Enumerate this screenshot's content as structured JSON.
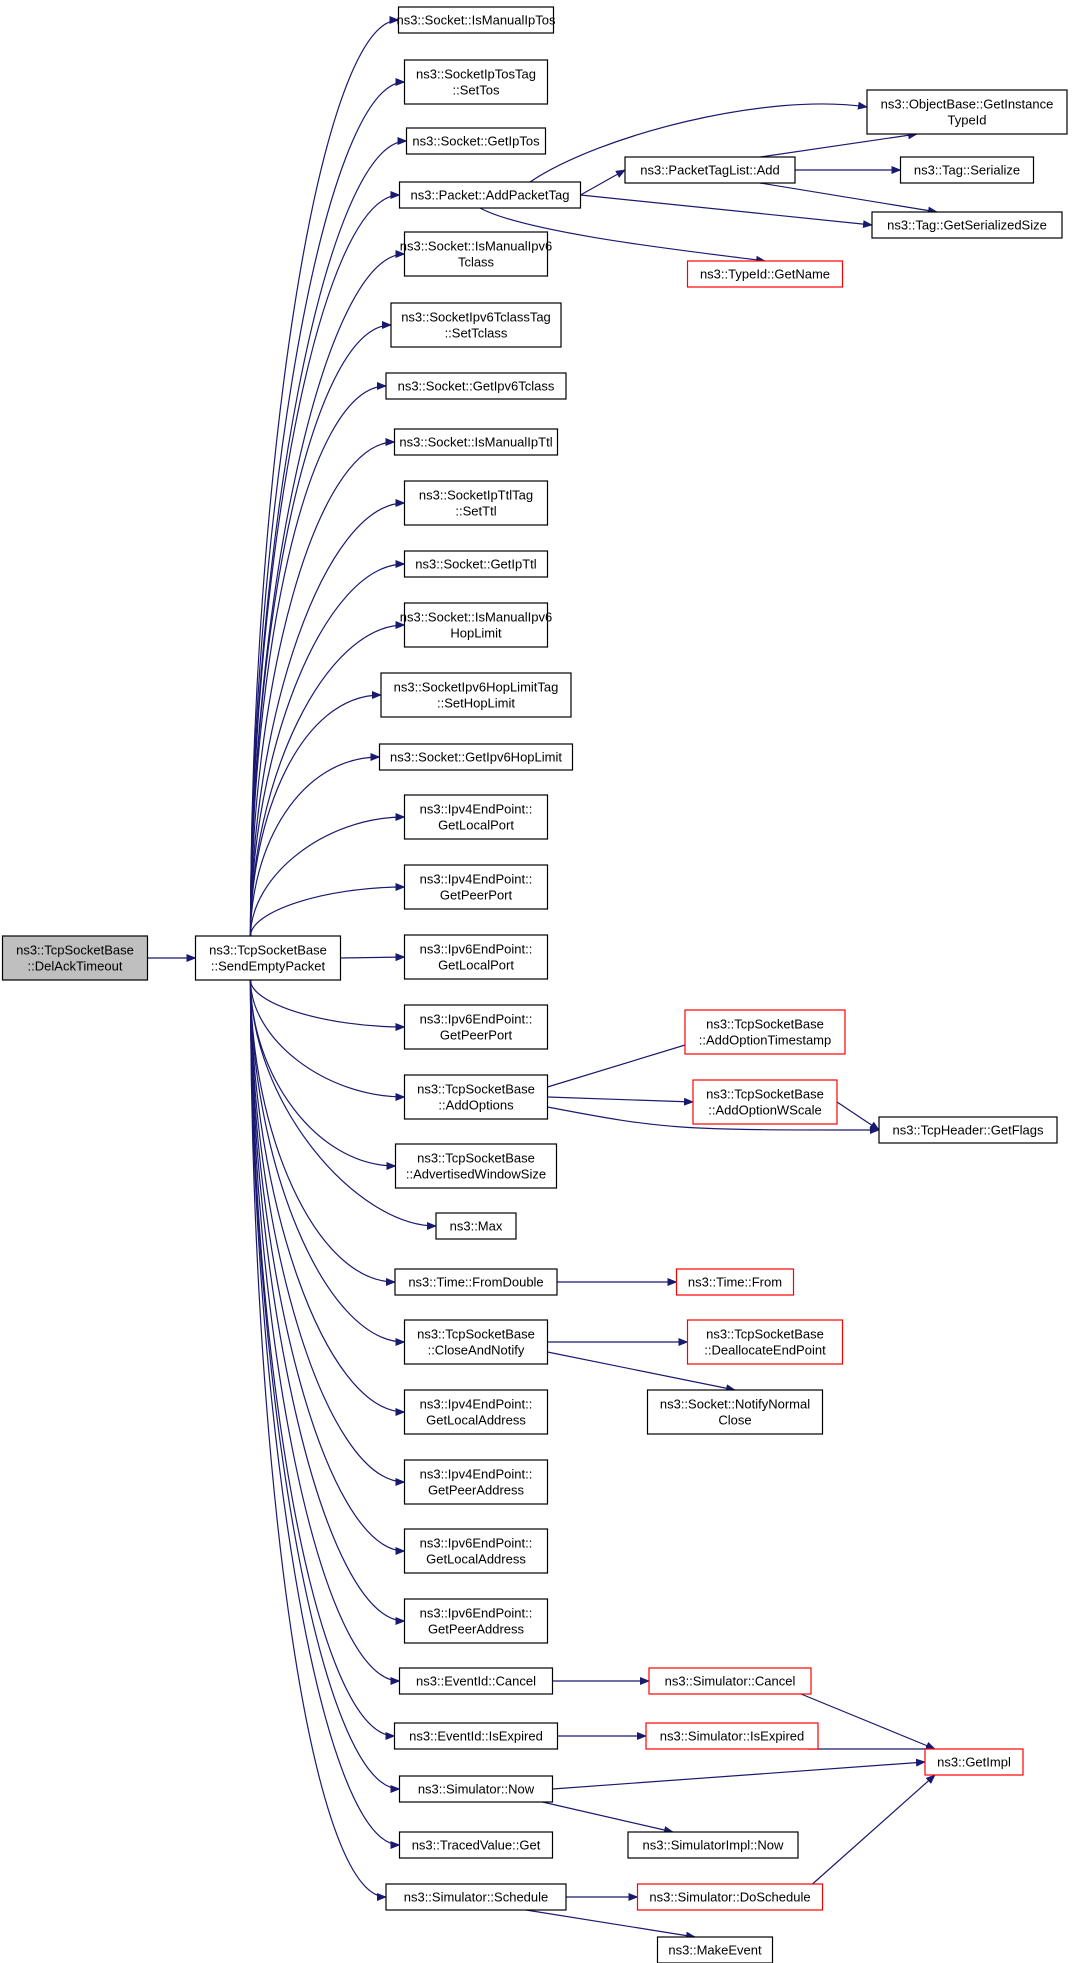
{
  "colors": {
    "edge": "#191970",
    "border_normal": "#000000",
    "border_truncated": "#ff0000",
    "fill_root": "#bfbfbf",
    "fill_node": "#ffffff",
    "text": "#000000"
  },
  "nodes": [
    {
      "id": "root",
      "lines": [
        "ns3::TcpSocketBase",
        "::DelAckTimeout"
      ],
      "kind": "root"
    },
    {
      "id": "sep",
      "lines": [
        "ns3::TcpSocketBase",
        "::SendEmptyPacket"
      ],
      "kind": "normal"
    },
    {
      "id": "ismip",
      "lines": [
        "ns3::Socket::IsManualIpTos"
      ],
      "kind": "normal"
    },
    {
      "id": "settos",
      "lines": [
        "ns3::SocketIpTosTag",
        "::SetTos"
      ],
      "kind": "normal"
    },
    {
      "id": "getiptos",
      "lines": [
        "ns3::Socket::GetIpTos"
      ],
      "kind": "normal"
    },
    {
      "id": "addpt",
      "lines": [
        "ns3::Packet::AddPacketTag"
      ],
      "kind": "normal"
    },
    {
      "id": "ism6tc",
      "lines": [
        "ns3::Socket::IsManualIpv6",
        "Tclass"
      ],
      "kind": "normal"
    },
    {
      "id": "settc",
      "lines": [
        "ns3::SocketIpv6TclassTag",
        "::SetTclass"
      ],
      "kind": "normal"
    },
    {
      "id": "get6tc",
      "lines": [
        "ns3::Socket::GetIpv6Tclass"
      ],
      "kind": "normal"
    },
    {
      "id": "ismttl",
      "lines": [
        "ns3::Socket::IsManualIpTtl"
      ],
      "kind": "normal"
    },
    {
      "id": "setttl",
      "lines": [
        "ns3::SocketIpTtlTag",
        "::SetTtl"
      ],
      "kind": "normal"
    },
    {
      "id": "getttl",
      "lines": [
        "ns3::Socket::GetIpTtl"
      ],
      "kind": "normal"
    },
    {
      "id": "ism6hl",
      "lines": [
        "ns3::Socket::IsManualIpv6",
        "HopLimit"
      ],
      "kind": "normal"
    },
    {
      "id": "sethl",
      "lines": [
        "ns3::SocketIpv6HopLimitTag",
        "::SetHopLimit"
      ],
      "kind": "normal"
    },
    {
      "id": "get6hl",
      "lines": [
        "ns3::Socket::GetIpv6HopLimit"
      ],
      "kind": "normal"
    },
    {
      "id": "ip4lp",
      "lines": [
        "ns3::Ipv4EndPoint::",
        "GetLocalPort"
      ],
      "kind": "normal"
    },
    {
      "id": "ip4pp",
      "lines": [
        "ns3::Ipv4EndPoint::",
        "GetPeerPort"
      ],
      "kind": "normal"
    },
    {
      "id": "ip6lp",
      "lines": [
        "ns3::Ipv6EndPoint::",
        "GetLocalPort"
      ],
      "kind": "normal"
    },
    {
      "id": "ip6pp",
      "lines": [
        "ns3::Ipv6EndPoint::",
        "GetPeerPort"
      ],
      "kind": "normal"
    },
    {
      "id": "addopt",
      "lines": [
        "ns3::TcpSocketBase",
        "::AddOptions"
      ],
      "kind": "normal"
    },
    {
      "id": "advwin",
      "lines": [
        "ns3::TcpSocketBase",
        "::AdvertisedWindowSize"
      ],
      "kind": "normal"
    },
    {
      "id": "max",
      "lines": [
        "ns3::Max"
      ],
      "kind": "normal"
    },
    {
      "id": "fromdbl",
      "lines": [
        "ns3::Time::FromDouble"
      ],
      "kind": "normal"
    },
    {
      "id": "closen",
      "lines": [
        "ns3::TcpSocketBase",
        "::CloseAndNotify"
      ],
      "kind": "normal"
    },
    {
      "id": "ip4la",
      "lines": [
        "ns3::Ipv4EndPoint::",
        "GetLocalAddress"
      ],
      "kind": "normal"
    },
    {
      "id": "ip4pa",
      "lines": [
        "ns3::Ipv4EndPoint::",
        "GetPeerAddress"
      ],
      "kind": "normal"
    },
    {
      "id": "ip6la",
      "lines": [
        "ns3::Ipv6EndPoint::",
        "GetLocalAddress"
      ],
      "kind": "normal"
    },
    {
      "id": "ip6pa",
      "lines": [
        "ns3::Ipv6EndPoint::",
        "GetPeerAddress"
      ],
      "kind": "normal"
    },
    {
      "id": "evcancel",
      "lines": [
        "ns3::EventId::Cancel"
      ],
      "kind": "normal"
    },
    {
      "id": "evexp",
      "lines": [
        "ns3::EventId::IsExpired"
      ],
      "kind": "normal"
    },
    {
      "id": "simnow",
      "lines": [
        "ns3::Simulator::Now"
      ],
      "kind": "normal"
    },
    {
      "id": "tvget",
      "lines": [
        "ns3::TracedValue::Get"
      ],
      "kind": "normal"
    },
    {
      "id": "simsched",
      "lines": [
        "ns3::Simulator::Schedule"
      ],
      "kind": "normal"
    },
    {
      "id": "ptladd",
      "lines": [
        "ns3::PacketTagList::Add"
      ],
      "kind": "normal"
    },
    {
      "id": "tidname",
      "lines": [
        "ns3::TypeId::GetName"
      ],
      "kind": "truncated"
    },
    {
      "id": "objgit",
      "lines": [
        "ns3::ObjectBase::GetInstance",
        "TypeId"
      ],
      "kind": "normal"
    },
    {
      "id": "tagser",
      "lines": [
        "ns3::Tag::Serialize"
      ],
      "kind": "normal"
    },
    {
      "id": "taggss",
      "lines": [
        "ns3::Tag::GetSerializedSize"
      ],
      "kind": "normal"
    },
    {
      "id": "addts",
      "lines": [
        "ns3::TcpSocketBase",
        "::AddOptionTimestamp"
      ],
      "kind": "truncated"
    },
    {
      "id": "addws",
      "lines": [
        "ns3::TcpSocketBase",
        "::AddOptionWScale"
      ],
      "kind": "truncated"
    },
    {
      "id": "tcpflags",
      "lines": [
        "ns3::TcpHeader::GetFlags"
      ],
      "kind": "normal"
    },
    {
      "id": "timefrom",
      "lines": [
        "ns3::Time::From"
      ],
      "kind": "truncated"
    },
    {
      "id": "dealloc",
      "lines": [
        "ns3::TcpSocketBase",
        "::DeallocateEndPoint"
      ],
      "kind": "truncated"
    },
    {
      "id": "notifyclose",
      "lines": [
        "ns3::Socket::NotifyNormal",
        "Close"
      ],
      "kind": "normal"
    },
    {
      "id": "simcancel",
      "lines": [
        "ns3::Simulator::Cancel"
      ],
      "kind": "truncated"
    },
    {
      "id": "simisexp",
      "lines": [
        "ns3::Simulator::IsExpired"
      ],
      "kind": "truncated"
    },
    {
      "id": "getimpl",
      "lines": [
        "ns3::GetImpl"
      ],
      "kind": "truncated"
    },
    {
      "id": "simimplnow",
      "lines": [
        "ns3::SimulatorImpl::Now"
      ],
      "kind": "normal"
    },
    {
      "id": "dosched",
      "lines": [
        "ns3::Simulator::DoSchedule"
      ],
      "kind": "truncated"
    },
    {
      "id": "makeevent",
      "lines": [
        "ns3::MakeEvent"
      ],
      "kind": "normal"
    }
  ],
  "edges": [
    [
      "root",
      "sep"
    ],
    [
      "sep",
      "ismip"
    ],
    [
      "sep",
      "settos"
    ],
    [
      "sep",
      "getiptos"
    ],
    [
      "sep",
      "addpt"
    ],
    [
      "sep",
      "ism6tc"
    ],
    [
      "sep",
      "settc"
    ],
    [
      "sep",
      "get6tc"
    ],
    [
      "sep",
      "ismttl"
    ],
    [
      "sep",
      "setttl"
    ],
    [
      "sep",
      "getttl"
    ],
    [
      "sep",
      "ism6hl"
    ],
    [
      "sep",
      "sethl"
    ],
    [
      "sep",
      "get6hl"
    ],
    [
      "sep",
      "ip4lp"
    ],
    [
      "sep",
      "ip4pp"
    ],
    [
      "sep",
      "ip6lp"
    ],
    [
      "sep",
      "ip6pp"
    ],
    [
      "sep",
      "addopt"
    ],
    [
      "sep",
      "advwin"
    ],
    [
      "sep",
      "max"
    ],
    [
      "sep",
      "fromdbl"
    ],
    [
      "sep",
      "closen"
    ],
    [
      "sep",
      "ip4la"
    ],
    [
      "sep",
      "ip4pa"
    ],
    [
      "sep",
      "ip6la"
    ],
    [
      "sep",
      "ip6pa"
    ],
    [
      "sep",
      "evcancel"
    ],
    [
      "sep",
      "evexp"
    ],
    [
      "sep",
      "simnow"
    ],
    [
      "sep",
      "tvget"
    ],
    [
      "sep",
      "simsched"
    ],
    [
      "addpt",
      "ptladd"
    ],
    [
      "addpt",
      "tidname"
    ],
    [
      "addpt",
      "objgit"
    ],
    [
      "addpt",
      "taggss"
    ],
    [
      "ptladd",
      "objgit"
    ],
    [
      "ptladd",
      "tagser"
    ],
    [
      "ptladd",
      "taggss"
    ],
    [
      "addopt",
      "addts"
    ],
    [
      "addopt",
      "addws"
    ],
    [
      "addopt",
      "tcpflags"
    ],
    [
      "addws",
      "tcpflags"
    ],
    [
      "fromdbl",
      "timefrom"
    ],
    [
      "closen",
      "dealloc"
    ],
    [
      "closen",
      "notifyclose"
    ],
    [
      "evcancel",
      "simcancel"
    ],
    [
      "simcancel",
      "getimpl"
    ],
    [
      "evexp",
      "simisexp"
    ],
    [
      "simisexp",
      "getimpl"
    ],
    [
      "simnow",
      "getimpl"
    ],
    [
      "simnow",
      "simimplnow"
    ],
    [
      "simsched",
      "dosched"
    ],
    [
      "simsched",
      "makeevent"
    ],
    [
      "dosched",
      "getimpl"
    ]
  ]
}
